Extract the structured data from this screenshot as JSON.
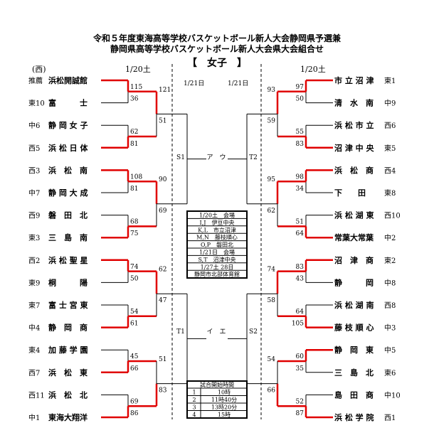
{
  "title": {
    "line1": "令和５年度東海高等学校バスケットボール新人大会静岡県予選兼",
    "line2": "静岡県高等学校バスケットボール新人大会県大会組合せ"
  },
  "category": "【　女子　】",
  "side_west": "(西)",
  "dates": {
    "round1_left": "1/20土",
    "round1_right": "1/20土",
    "round2_left": "1/21日",
    "round2_right": "1/21日"
  },
  "left_teams": [
    {
      "seed": "推薦",
      "name": "浜松開誠館",
      "score": "115"
    },
    {
      "seed": "東10",
      "name": "富　　　士",
      "score": "36"
    },
    {
      "seed": "中6",
      "name": "静 岡 女 子",
      "score": "62"
    },
    {
      "seed": "西5",
      "name": "浜 松 日 体",
      "score": "81"
    },
    {
      "seed": "西3",
      "name": "浜　松　南",
      "score": "108"
    },
    {
      "seed": "中7",
      "name": "静 岡 大 成",
      "score": "81"
    },
    {
      "seed": "西9",
      "name": "磐　田　北",
      "score": "68"
    },
    {
      "seed": "東3",
      "name": "三　島　南",
      "score": "75"
    },
    {
      "seed": "西2",
      "name": "浜 松 聖 星",
      "score": "74"
    },
    {
      "seed": "東9",
      "name": "桐　　　陽",
      "score": "50"
    },
    {
      "seed": "東7",
      "name": "富 士 宮 東",
      "score": "54"
    },
    {
      "seed": "中4",
      "name": "静　岡　商",
      "score": "61"
    },
    {
      "seed": "東4",
      "name": "加 藤 学 園",
      "score": "45"
    },
    {
      "seed": "西7",
      "name": "浜　松　東",
      "score": "66"
    },
    {
      "seed": "西11",
      "name": "浜　松　北",
      "score": "69"
    },
    {
      "seed": "中1",
      "name": "東海大翔洋",
      "score": "86"
    }
  ],
  "right_teams": [
    {
      "seed": "東1",
      "name": "市 立 沼 津",
      "score": "97"
    },
    {
      "seed": "中9",
      "name": "清　水　南",
      "score": "50"
    },
    {
      "seed": "西6",
      "name": "浜 松 市 立",
      "score": "55"
    },
    {
      "seed": "東5",
      "name": "沼 津 中 央",
      "score": "83"
    },
    {
      "seed": "西4",
      "name": "浜　松　商",
      "score": "98"
    },
    {
      "seed": "東8",
      "name": "下　　田",
      "score": "34"
    },
    {
      "seed": "西10",
      "name": "浜 松 湖 東",
      "score": "51"
    },
    {
      "seed": "中2",
      "name": "常葉大常葉",
      "score": "64"
    },
    {
      "seed": "東2",
      "name": "沼　津　商",
      "score": "83"
    },
    {
      "seed": "中8",
      "name": "静　　　岡",
      "score": "43"
    },
    {
      "seed": "西8",
      "name": "浜 松 湖 南",
      "score": "64"
    },
    {
      "seed": "中3",
      "name": "藤 枝 順 心",
      "score": "105"
    },
    {
      "seed": "中5",
      "name": "静　岡　東",
      "score": "60"
    },
    {
      "seed": "東6",
      "name": "三　島　北",
      "score": "35"
    },
    {
      "seed": "中10",
      "name": "島　田　商",
      "score": "52"
    },
    {
      "seed": "西1",
      "name": "浜 松 学 院",
      "score": "87"
    }
  ],
  "left_r2_scores": [
    "121",
    "51",
    "90",
    "69",
    "62",
    "47",
    "51",
    "83"
  ],
  "right_r2_scores": [
    "93",
    "59",
    "95",
    "62",
    "74",
    "58",
    "54",
    "66"
  ],
  "semis": {
    "s1": "S1",
    "t2": "T2",
    "t1": "T1",
    "s2": "S2",
    "top_mid": "ア　ウ",
    "bot_mid": "イ　エ"
  },
  "venue_box": [
    "1/20土　会場",
    "I,J　伊豆中央",
    "K,L　市立沼津",
    "M,N　藤枝順心",
    "O,P　磐田北",
    "1/21日　会場",
    "S,T　沼津中央",
    "1/27土 28日",
    "静岡市北部体育館"
  ],
  "time_box": {
    "header": "試合開始時間",
    "rows": [
      {
        "no": "1",
        "time": "10時"
      },
      {
        "no": "2",
        "time": "11時40分"
      },
      {
        "no": "3",
        "time": "13時20分"
      },
      {
        "no": "4",
        "time": "15時"
      }
    ]
  }
}
